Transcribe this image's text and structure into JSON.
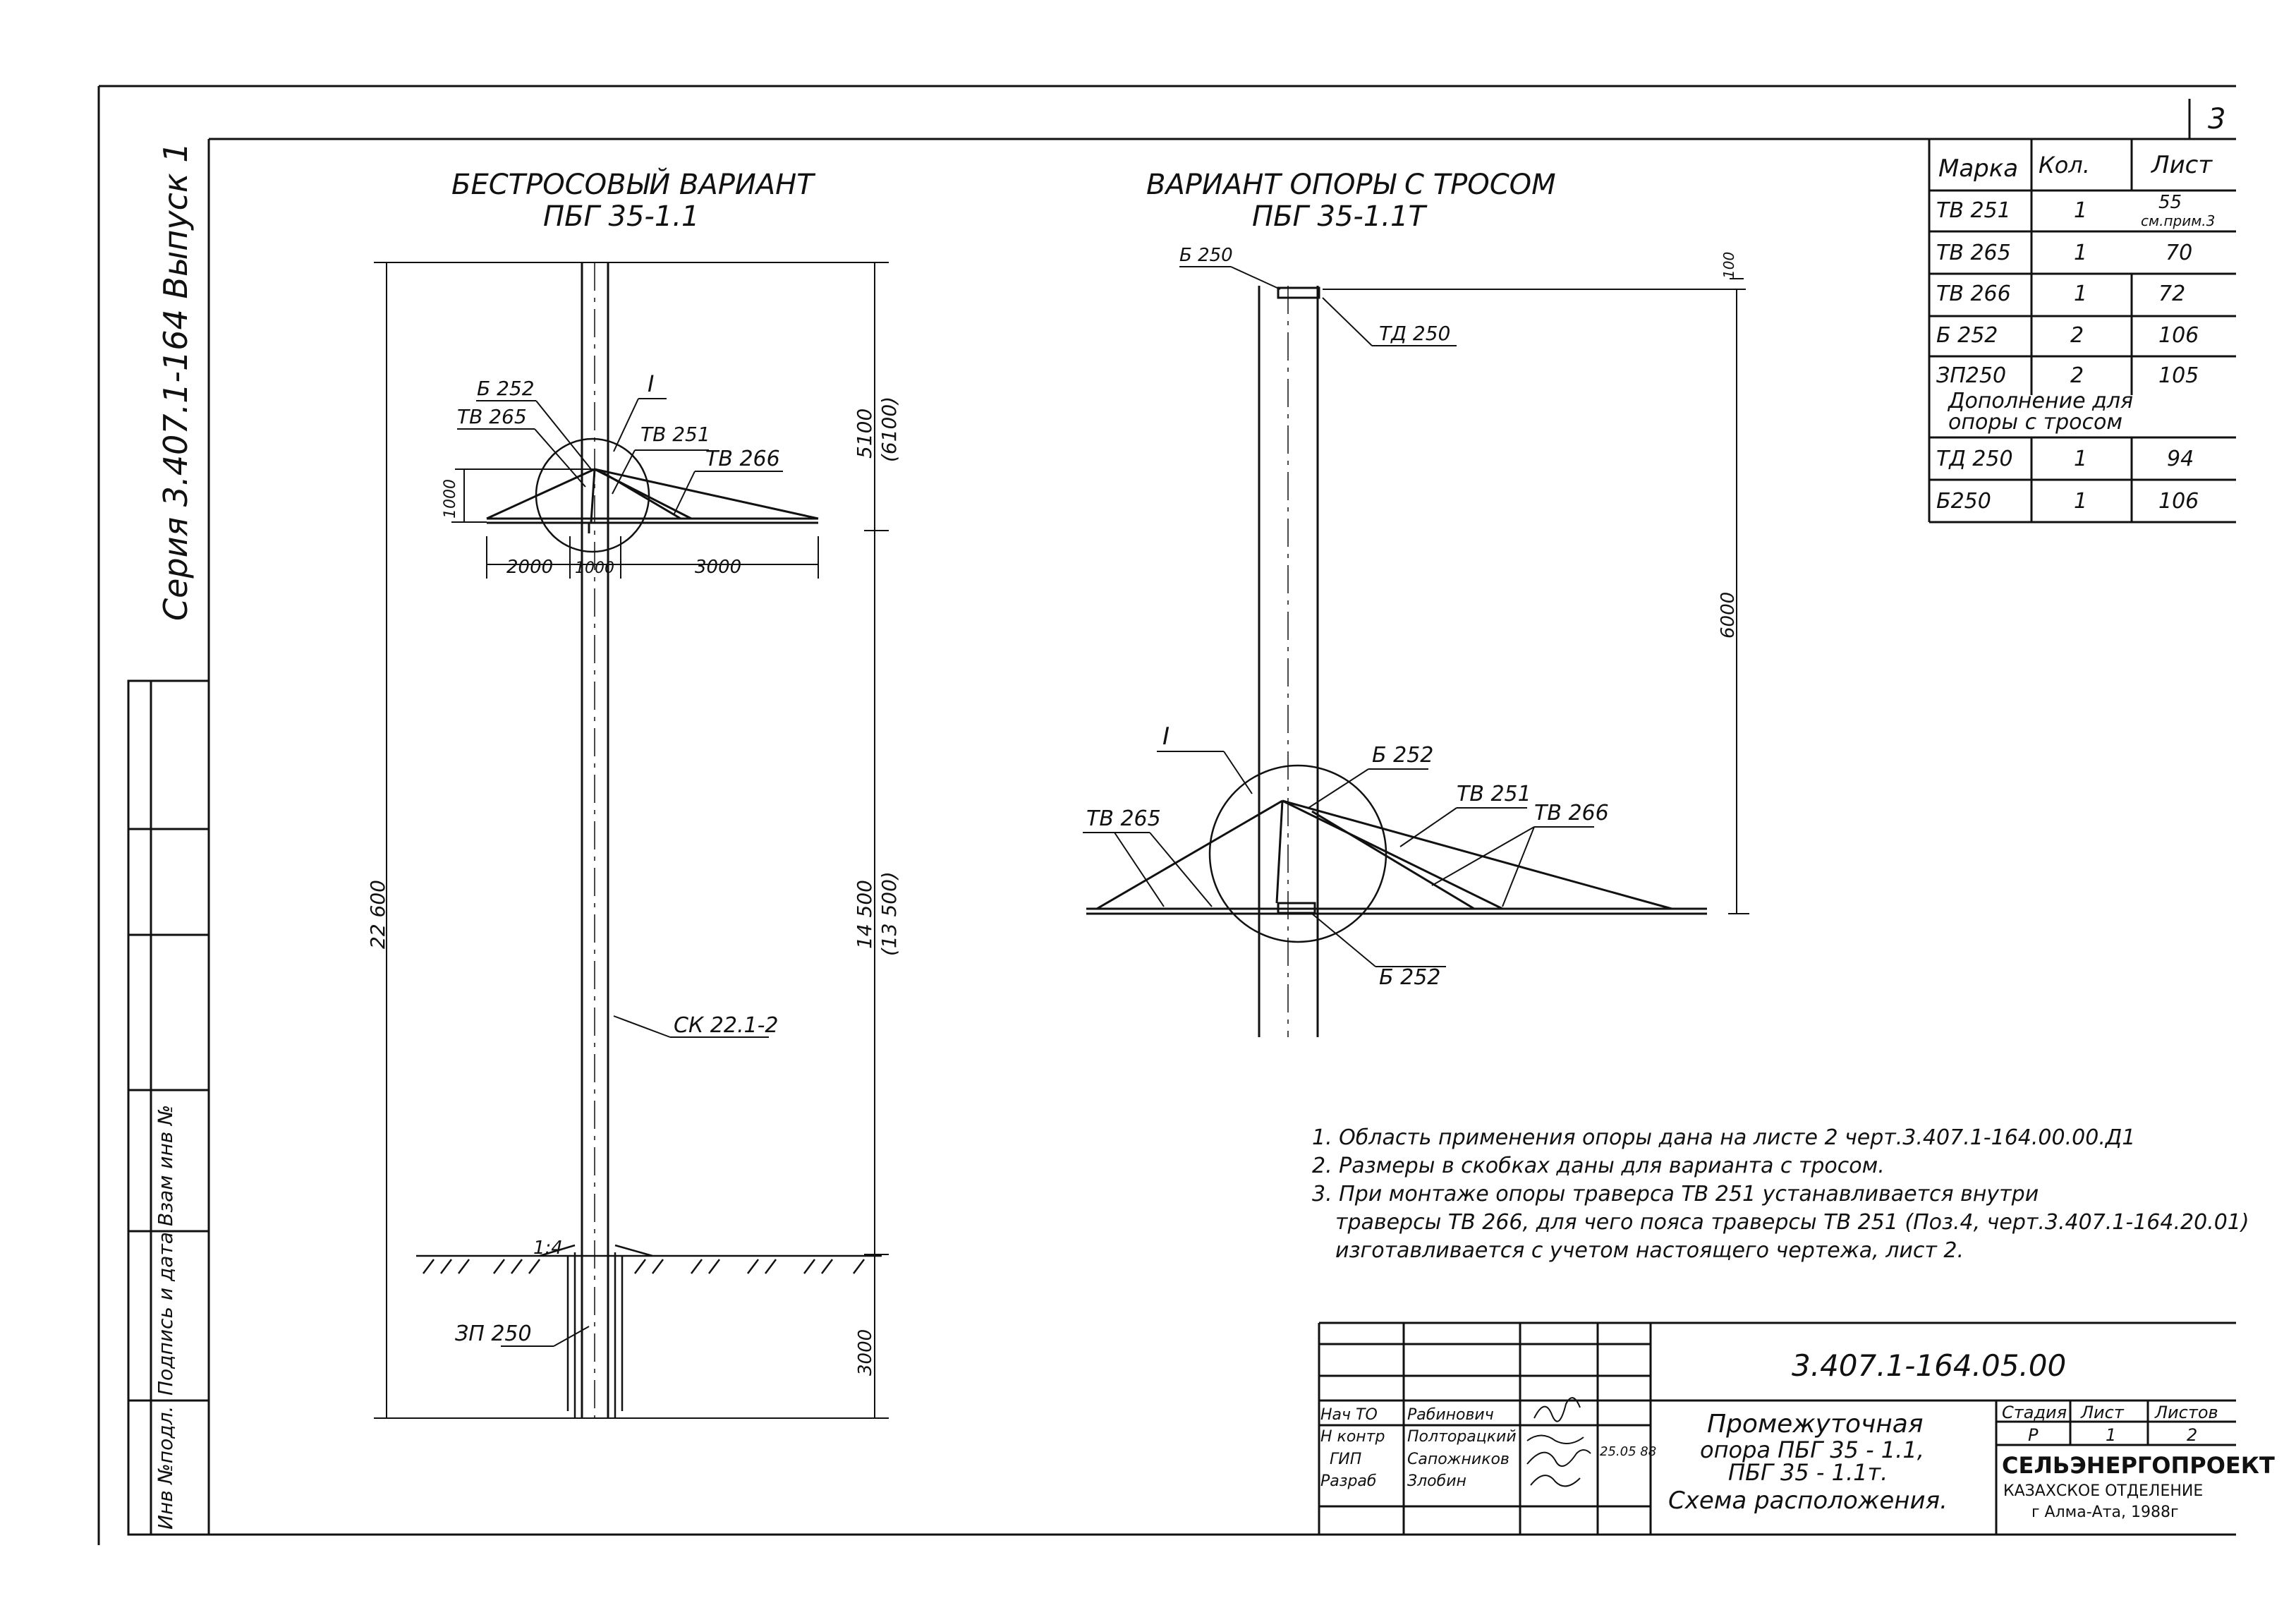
{
  "page_number": "3",
  "series_vertical": "Серия 3.407.1-164 Выпуск 1",
  "left_stamp": [
    "Инв №подл.",
    "Подпись и дата",
    "Взам инв №"
  ],
  "views": {
    "left": {
      "title": "БЕСТРОСОВЫЙ ВАРИАНТ",
      "subtitle": "ПБГ 35-1.1",
      "labels": {
        "b252": "Б 252",
        "tb265": "ТВ 265",
        "node": "I",
        "tb251": "ТВ 251",
        "tb266": "ТВ 266",
        "ck": "СК 22.1-2",
        "zp250": "ЗП 250",
        "slope": "1:4"
      },
      "dims": {
        "d1000v": "1000",
        "d2000": "2000",
        "d1000h": "1000",
        "d3000h": "3000",
        "d5100": "5100",
        "d6100": "(6100)",
        "d22600": "22 600",
        "d14500": "14 500",
        "d13500": "(13 500)",
        "d3000v": "3000"
      }
    },
    "right": {
      "title": "ВАРИАНТ ОПОРЫ С ТРОСОМ",
      "subtitle": "ПБГ 35-1.1Т",
      "labels": {
        "b250": "Б 250",
        "td250": "ТД 250",
        "node": "I",
        "b252_top": "Б 252",
        "tb251": "ТВ 251",
        "tb265": "ТВ 265",
        "tb266": "ТВ 266",
        "b252_bottom": "Б 252"
      },
      "dims": {
        "d100": "100",
        "d6000": "6000"
      }
    }
  },
  "spec_table": {
    "headers": [
      "Марка",
      "Кол.",
      "Лист"
    ],
    "rows": [
      [
        "ТВ 251",
        "1",
        "55",
        "см.прим.3"
      ],
      [
        "ТВ 265",
        "1",
        "70",
        ""
      ],
      [
        "ТВ 266",
        "1",
        "72",
        ""
      ],
      [
        "Б 252",
        "2",
        "106",
        ""
      ],
      [
        "ЗП250",
        "2",
        "105",
        ""
      ]
    ],
    "section": [
      "Дополнение для",
      "опоры с тросом"
    ],
    "rows2": [
      [
        "ТД 250",
        "1",
        "94"
      ],
      [
        "Б250",
        "1",
        "106"
      ]
    ]
  },
  "notes": [
    "1. Область применения опоры дана на листе 2 черт.3.407.1-164.00.00.Д1",
    "2. Размеры в скобках даны для варианта с тросом.",
    "3. При монтаже опоры траверса ТВ 251 устанавливается внутри",
    "траверсы ТВ 266, для чего пояса траверсы ТВ 251 (Поз.4, черт.3.407.1-164.20.01)",
    "изготавливается с учетом настоящего чертежа, лист 2."
  ],
  "title_block": {
    "code": "3.407.1-164.05.00",
    "people": [
      [
        "Нач ТО",
        "Рабинович"
      ],
      [
        "Н контр",
        "Полторацкий"
      ],
      [
        "ГИП",
        "Сапожников"
      ],
      [
        "Разраб",
        "Злобин"
      ]
    ],
    "date": "25.05 88",
    "description": [
      "Промежуточная",
      "опора ПБГ 35 - 1.1,",
      "ПБГ 35 - 1.1т.",
      "Схема расположения."
    ],
    "stage_headers": [
      "Стадия",
      "Лист",
      "Листов"
    ],
    "stage_values": [
      "Р",
      "1",
      "2"
    ],
    "org": [
      "СЕЛЬЭНЕРГОПРОЕКТ",
      "КАЗАХСКОЕ ОТДЕЛЕНИЕ",
      "г Алма-Ата, 1988г"
    ]
  }
}
